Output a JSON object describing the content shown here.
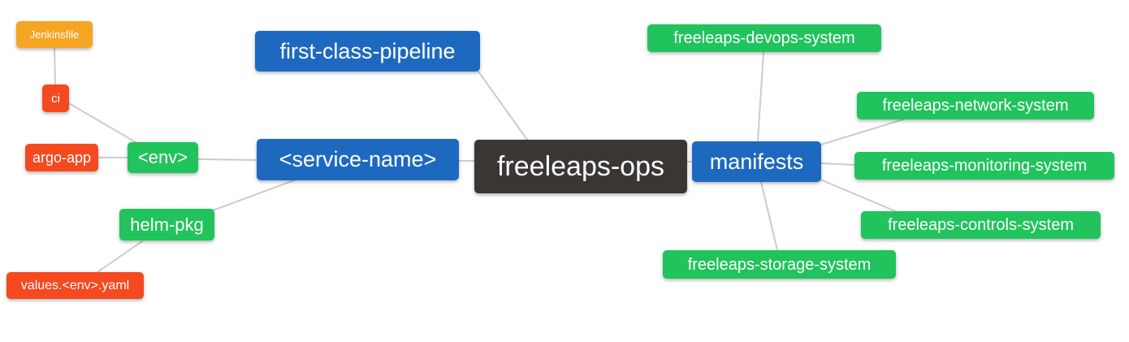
{
  "diagram": {
    "type": "mindmap",
    "background": "#ffffff",
    "colors": {
      "blue": "#1e69c0",
      "green": "#21c35c",
      "red": "#f5491f",
      "orange": "#f6a523",
      "dark": "#3a3634",
      "edge": "#cccccc",
      "text": "#ffffff"
    },
    "nodes": {
      "jenkinsfile": {
        "label": "Jenkinsfile",
        "color": "orange"
      },
      "ci": {
        "label": "ci",
        "color": "red"
      },
      "argo_app": {
        "label": "argo-app",
        "color": "red"
      },
      "env": {
        "label": "<env>",
        "color": "green"
      },
      "helm_pkg": {
        "label": "helm-pkg",
        "color": "green"
      },
      "values_env_yaml": {
        "label": "values.<env>.yaml",
        "color": "red"
      },
      "first_class_pipeline": {
        "label": "first-class-pipeline",
        "color": "blue"
      },
      "service_name": {
        "label": "<service-name>",
        "color": "blue"
      },
      "freeleaps_ops": {
        "label": "freeleaps-ops",
        "color": "dark"
      },
      "manifests": {
        "label": "manifests",
        "color": "blue"
      },
      "devops_system": {
        "label": "freeleaps-devops-system",
        "color": "green"
      },
      "network_system": {
        "label": "freeleaps-network-system",
        "color": "green"
      },
      "monitoring_system": {
        "label": "freeleaps-monitoring-system",
        "color": "green"
      },
      "controls_system": {
        "label": "freeleaps-controls-system",
        "color": "green"
      },
      "storage_system": {
        "label": "freeleaps-storage-system",
        "color": "green"
      }
    },
    "edges": [
      {
        "from": "jenkinsfile",
        "to": "ci"
      },
      {
        "from": "ci",
        "to": "env"
      },
      {
        "from": "argo_app",
        "to": "env"
      },
      {
        "from": "env",
        "to": "service_name"
      },
      {
        "from": "helm_pkg",
        "to": "service_name"
      },
      {
        "from": "values_env_yaml",
        "to": "helm_pkg"
      },
      {
        "from": "first_class_pipeline",
        "to": "freeleaps_ops"
      },
      {
        "from": "service_name",
        "to": "freeleaps_ops"
      },
      {
        "from": "freeleaps_ops",
        "to": "manifests"
      },
      {
        "from": "devops_system",
        "to": "manifests"
      },
      {
        "from": "manifests",
        "to": "network_system"
      },
      {
        "from": "manifests",
        "to": "monitoring_system"
      },
      {
        "from": "manifests",
        "to": "controls_system"
      },
      {
        "from": "manifests",
        "to": "storage_system"
      }
    ]
  }
}
